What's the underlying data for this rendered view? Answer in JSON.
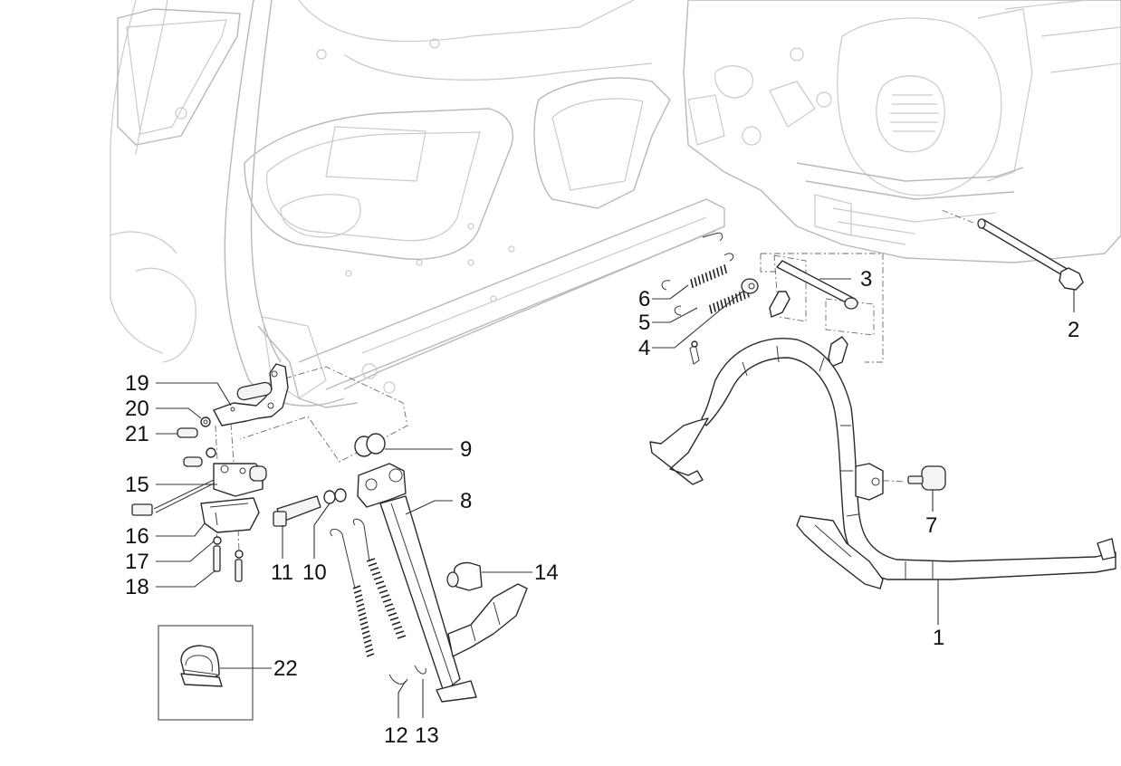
{
  "diagram": {
    "title": "Exploded parts view — center stand and side stand assembly",
    "callouts": [
      {
        "id": "1",
        "part": "center-stand"
      },
      {
        "id": "2",
        "part": "pivot-bolt"
      },
      {
        "id": "3",
        "part": "pivot-pin"
      },
      {
        "id": "4",
        "part": "bushing"
      },
      {
        "id": "5",
        "part": "center-stand-spring-outer"
      },
      {
        "id": "6",
        "part": "center-stand-spring-inner"
      },
      {
        "id": "7",
        "part": "stand-rubber-buffer"
      },
      {
        "id": "8",
        "part": "side-stand"
      },
      {
        "id": "9",
        "part": "o-rings"
      },
      {
        "id": "10",
        "part": "washers"
      },
      {
        "id": "11",
        "part": "side-stand-pivot"
      },
      {
        "id": "12",
        "part": "side-stand-spring-a"
      },
      {
        "id": "13",
        "part": "side-stand-spring-b"
      },
      {
        "id": "14",
        "part": "side-stand-rubber-buffer"
      },
      {
        "id": "15",
        "part": "side-stand-switch"
      },
      {
        "id": "16",
        "part": "switch-cover"
      },
      {
        "id": "17",
        "part": "washer-small"
      },
      {
        "id": "18",
        "part": "screw"
      },
      {
        "id": "19",
        "part": "switch-bracket"
      },
      {
        "id": "20",
        "part": "washer"
      },
      {
        "id": "21",
        "part": "bolt"
      },
      {
        "id": "22",
        "part": "cable-clip-inset"
      }
    ]
  }
}
